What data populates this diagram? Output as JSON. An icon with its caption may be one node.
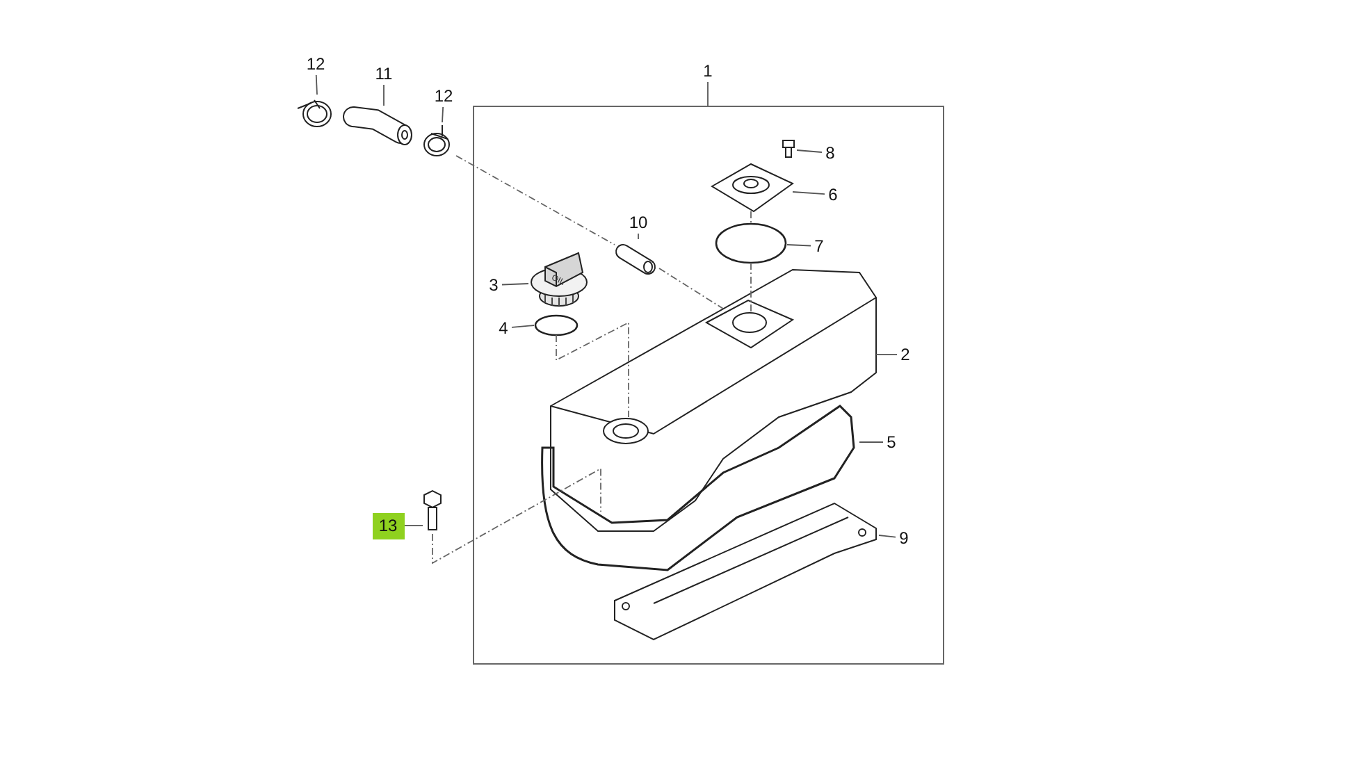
{
  "diagram": {
    "nodes": [
      {
        "text": [
          "12"
        ]
      },
      {
        "text": [],
        "shape": "picture"
      },
      {
        "text": [
          "11"
        ]
      },
      {
        "text": [],
        "shape": "picture"
      },
      {
        "text": [
          "12"
        ]
      },
      {
        "text": [],
        "shape": "picture"
      },
      {
        "text": [
          "1"
        ]
      },
      {
        "text": [],
        "shape": "box"
      },
      {
        "text": [
          "8"
        ],
        "in": 7
      },
      {
        "text": [],
        "shape": "picture",
        "in": 7
      },
      {
        "text": [
          "6"
        ],
        "in": 7
      },
      {
        "text": [],
        "shape": "picture",
        "in": 7
      },
      {
        "text": [
          "10"
        ],
        "in": 7
      },
      {
        "text": [],
        "shape": "picture",
        "in": 7
      },
      {
        "text": [
          "7"
        ],
        "in": 7
      },
      {
        "text": [],
        "shape": "circle",
        "in": 7
      },
      {
        "text": [
          "3"
        ],
        "in": 7
      },
      {
        "text": [],
        "shape": "picture",
        "in": 7
      },
      {
        "text": [
          "4"
        ],
        "in": 7
      },
      {
        "text": [],
        "shape": "circle",
        "in": 7
      },
      {
        "text": [
          "2"
        ],
        "in": 7
      },
      {
        "text": [],
        "shape": "picture",
        "in": 7
      },
      {
        "text": [
          "5"
        ],
        "in": 7
      },
      {
        "text": [],
        "shape": "picture",
        "in": 7
      },
      {
        "text": [
          "13"
        ]
      },
      {
        "text": [],
        "shape": "picture"
      },
      {
        "text": [
          "9"
        ],
        "in": 7
      },
      {
        "text": [],
        "shape": "picture",
        "in": 7
      }
    ],
    "edges": [
      {
        "from": 0,
        "to": 1,
        "arrow": "none"
      },
      {
        "from": 2,
        "to": 3,
        "arrow": "none"
      },
      {
        "from": 4,
        "to": 5,
        "arrow": "none"
      },
      {
        "from": 6,
        "to": 7,
        "arrow": "none"
      },
      {
        "from": 8,
        "to": 9,
        "arrow": "none"
      },
      {
        "from": 10,
        "to": 11,
        "arrow": "none"
      },
      {
        "from": 12,
        "to": 13,
        "arrow": "none"
      },
      {
        "from": 14,
        "to": 15,
        "arrow": "none"
      },
      {
        "from": 16,
        "to": 17,
        "arrow": "none"
      },
      {
        "from": 18,
        "to": 19,
        "arrow": "none"
      },
      {
        "from": 20,
        "to": 21,
        "arrow": "none"
      },
      {
        "from": 22,
        "to": 23,
        "arrow": "none"
      },
      {
        "from": 24,
        "to": 25,
        "arrow": "none"
      },
      {
        "from": 26,
        "to": 27,
        "arrow": "none"
      },
      {
        "from": 5,
        "to": 13,
        "arrow": "none",
        "style": "dashed"
      },
      {
        "from": 13,
        "to": 21,
        "arrow": "none",
        "style": "dashed"
      },
      {
        "from": 11,
        "to": 15,
        "arrow": "none",
        "style": "dashed"
      },
      {
        "from": 15,
        "to": 21,
        "arrow": "none",
        "style": "dashed"
      },
      {
        "from": 19,
        "to": 21,
        "arrow": "none",
        "style": "dashed"
      },
      {
        "from": 25,
        "to": 21,
        "arrow": "none",
        "style": "dashed"
      }
    ],
    "labels": [
      "OIL"
    ]
  }
}
